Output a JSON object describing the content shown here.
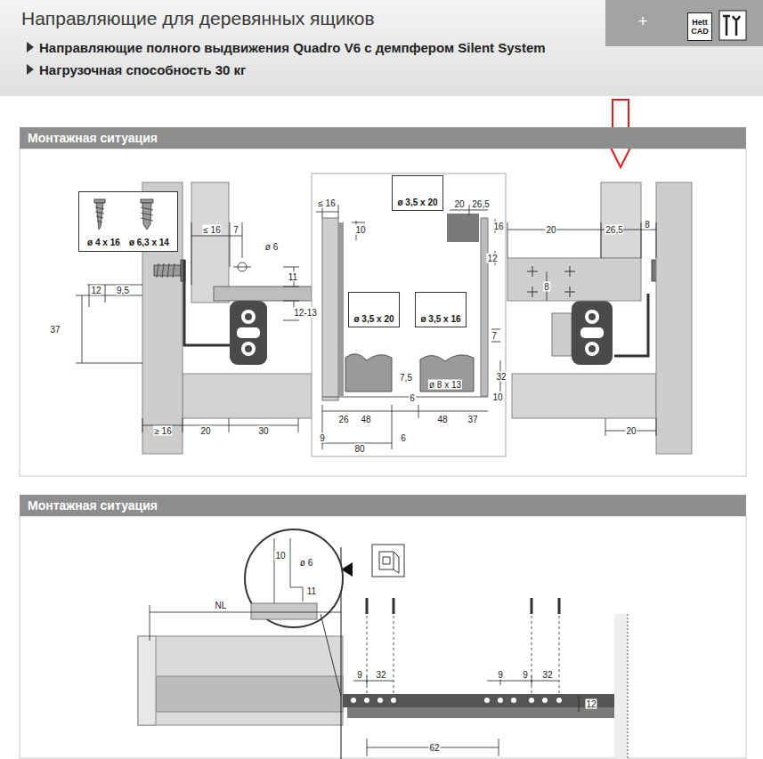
{
  "diagram": {
    "title": "Направляющие для деревянных ящиков",
    "nodes": [
      {
        "text": [
          "Монтажная ситуация"
        ]
      },
      {
        "text": [
          "Монтажная ситуация"
        ]
      },
      {
        "text": [
          "ø 4 x 16",
          "ø 6,3 x 14"
        ]
      },
      {
        "text": [
          "ø 3,5 x 20"
        ]
      },
      {
        "text": [
          "ø 3,5 x 20"
        ]
      },
      {
        "text": [
          "ø 3,5 x 16"
        ]
      },
      {
        "text": [
          "Hett CAD"
        ]
      }
    ],
    "labels": [
      "Направляющие полного выдвижения Quadro V6 с демпфером Silent System",
      "Нагрузочная способность 30 кг",
      "+",
      "≤ 16",
      "7",
      "ø 6",
      "11",
      "12",
      "9,5",
      "12-13",
      "37",
      "≥ 16",
      "20",
      "30",
      "≤ 16",
      "10",
      "20",
      "26,5",
      "16",
      "12",
      "7",
      "7,5",
      "ø 8 x 13",
      "6",
      "32",
      "10",
      "26",
      "48",
      "48",
      "37",
      "9",
      "6",
      "80",
      "20",
      "26,5",
      "8",
      "8",
      "20",
      "10",
      "ø 6",
      "11",
      "NL",
      "9",
      "32",
      "9",
      "9",
      "32",
      "12",
      "62"
    ]
  }
}
